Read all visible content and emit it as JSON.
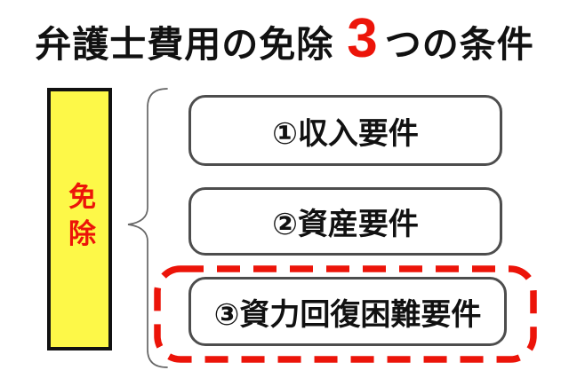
{
  "title": {
    "prefix": "弁護士費用の免除",
    "number": "3",
    "suffix": "つの条件"
  },
  "exemption_label": "免除",
  "conditions": [
    {
      "label": "①収入要件",
      "highlighted": false
    },
    {
      "label": "②資産要件",
      "highlighted": false
    },
    {
      "label": "③資力回復困難要件",
      "highlighted": true
    }
  ],
  "icons": {
    "brace": "curly-brace-left",
    "highlight": "red-dashed-rounded-border"
  },
  "colors": {
    "accent_red": "#ec1409",
    "box_fill_yellow": "#fdf848",
    "box_border": "#4d4d4d",
    "text_black": "#111111"
  }
}
